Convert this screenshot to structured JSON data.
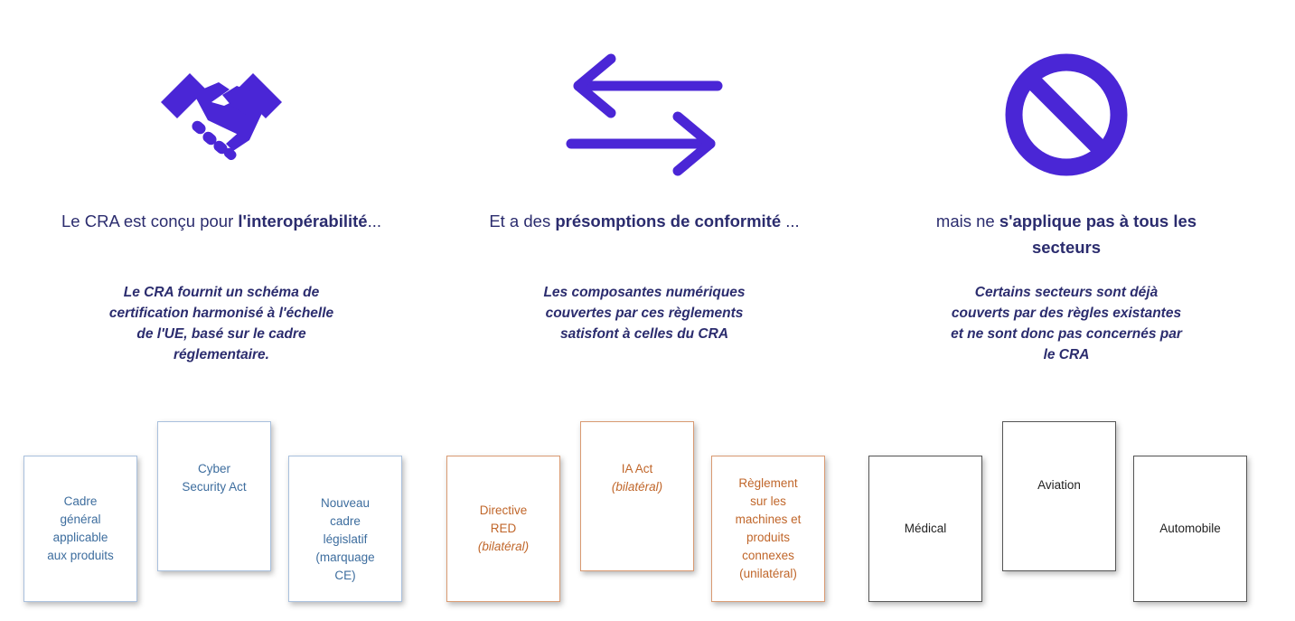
{
  "accent_color": "#4a26d6",
  "text_color": "#2b2c6e",
  "columns": [
    {
      "icon": "handshake-icon",
      "heading_pre": "Le CRA  est conçu pour ",
      "heading_bold": "l'interopérabilité",
      "heading_post": "...",
      "description": [
        "Le CRA fournit un schéma de",
        "certification harmonisé à l'échelle",
        "de l'UE, basé sur le cadre",
        "réglementaire."
      ],
      "cards": [
        {
          "lines": [
            "Cadre",
            "général",
            "applicable",
            "aux produits"
          ]
        },
        {
          "lines": [
            "Cyber",
            "Security Act"
          ]
        },
        {
          "lines": [
            "Nouveau",
            "cadre",
            "législatif",
            "(marquage",
            "CE)"
          ]
        }
      ]
    },
    {
      "icon": "exchange-arrows-icon",
      "heading_pre": "Et a des ",
      "heading_bold": "présomptions de conformité",
      "heading_post": " ...",
      "description": [
        "Les composantes numériques",
        "couvertes par ces règlements",
        "satisfont à celles du CRA"
      ],
      "cards": [
        {
          "lines": [
            "Directive",
            "RED"
          ],
          "note": "(bilatéral)"
        },
        {
          "lines": [
            "IA Act"
          ],
          "note": "(bilatéral)"
        },
        {
          "lines": [
            "Règlement",
            "sur les",
            "machines et",
            "produits",
            "connexes",
            "(unilatéral)"
          ]
        }
      ]
    },
    {
      "icon": "prohibited-icon",
      "heading_pre": "mais ne ",
      "heading_bold": "s'applique pas à tous les secteurs",
      "heading_post": "",
      "description": [
        "Certains secteurs sont déjà",
        "couverts par des règles existantes",
        "et ne sont donc pas concernés par",
        "le CRA"
      ],
      "cards": [
        {
          "lines": [
            "Médical"
          ]
        },
        {
          "lines": [
            "Aviation"
          ]
        },
        {
          "lines": [
            "Automobile"
          ]
        }
      ]
    }
  ]
}
